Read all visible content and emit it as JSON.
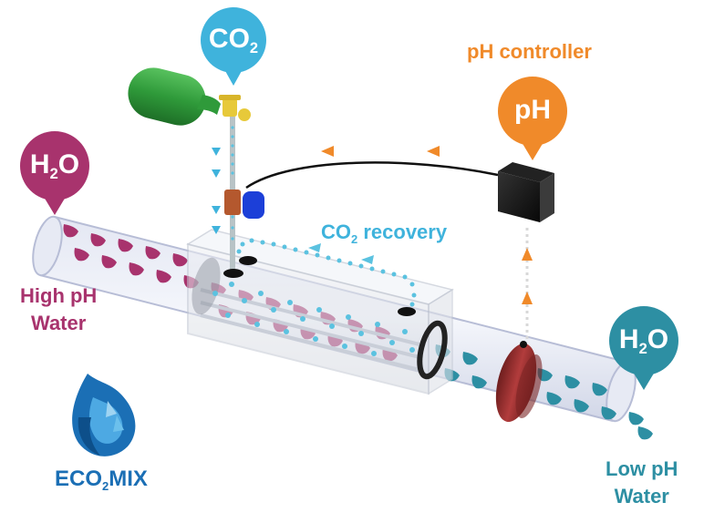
{
  "pins": {
    "co2": {
      "main": "CO",
      "sub": "2",
      "color": "#3fb3dc"
    },
    "ph": {
      "text": "pH",
      "color": "#f08a2a"
    },
    "h2o_in": {
      "main": "H",
      "sub": "2",
      "tail": "O",
      "color": "#a8336d"
    },
    "h2o_out": {
      "main": "H",
      "sub": "2",
      "tail": "O",
      "color": "#2d8fa3"
    }
  },
  "labels": {
    "ph_controller": "pH controller",
    "co2_recovery_main": "CO",
    "co2_recovery_sub": "2",
    "co2_recovery_tail": " recovery",
    "high_ph_line1": "High pH",
    "high_ph_line2": "Water",
    "low_ph_line1": "Low pH",
    "low_ph_line2": "Water"
  },
  "logo": {
    "text_a": "ECO",
    "text_sub": "2",
    "text_b": "MIX"
  },
  "colors": {
    "orange": "#f08a2a",
    "magenta": "#a8336d",
    "cyan": "#3fb3dc",
    "teal": "#2d8fa3",
    "logo_blue": "#1b6fb5",
    "cylinder_green": "#2f9a3a",
    "ring_red": "#8f2a2a"
  }
}
